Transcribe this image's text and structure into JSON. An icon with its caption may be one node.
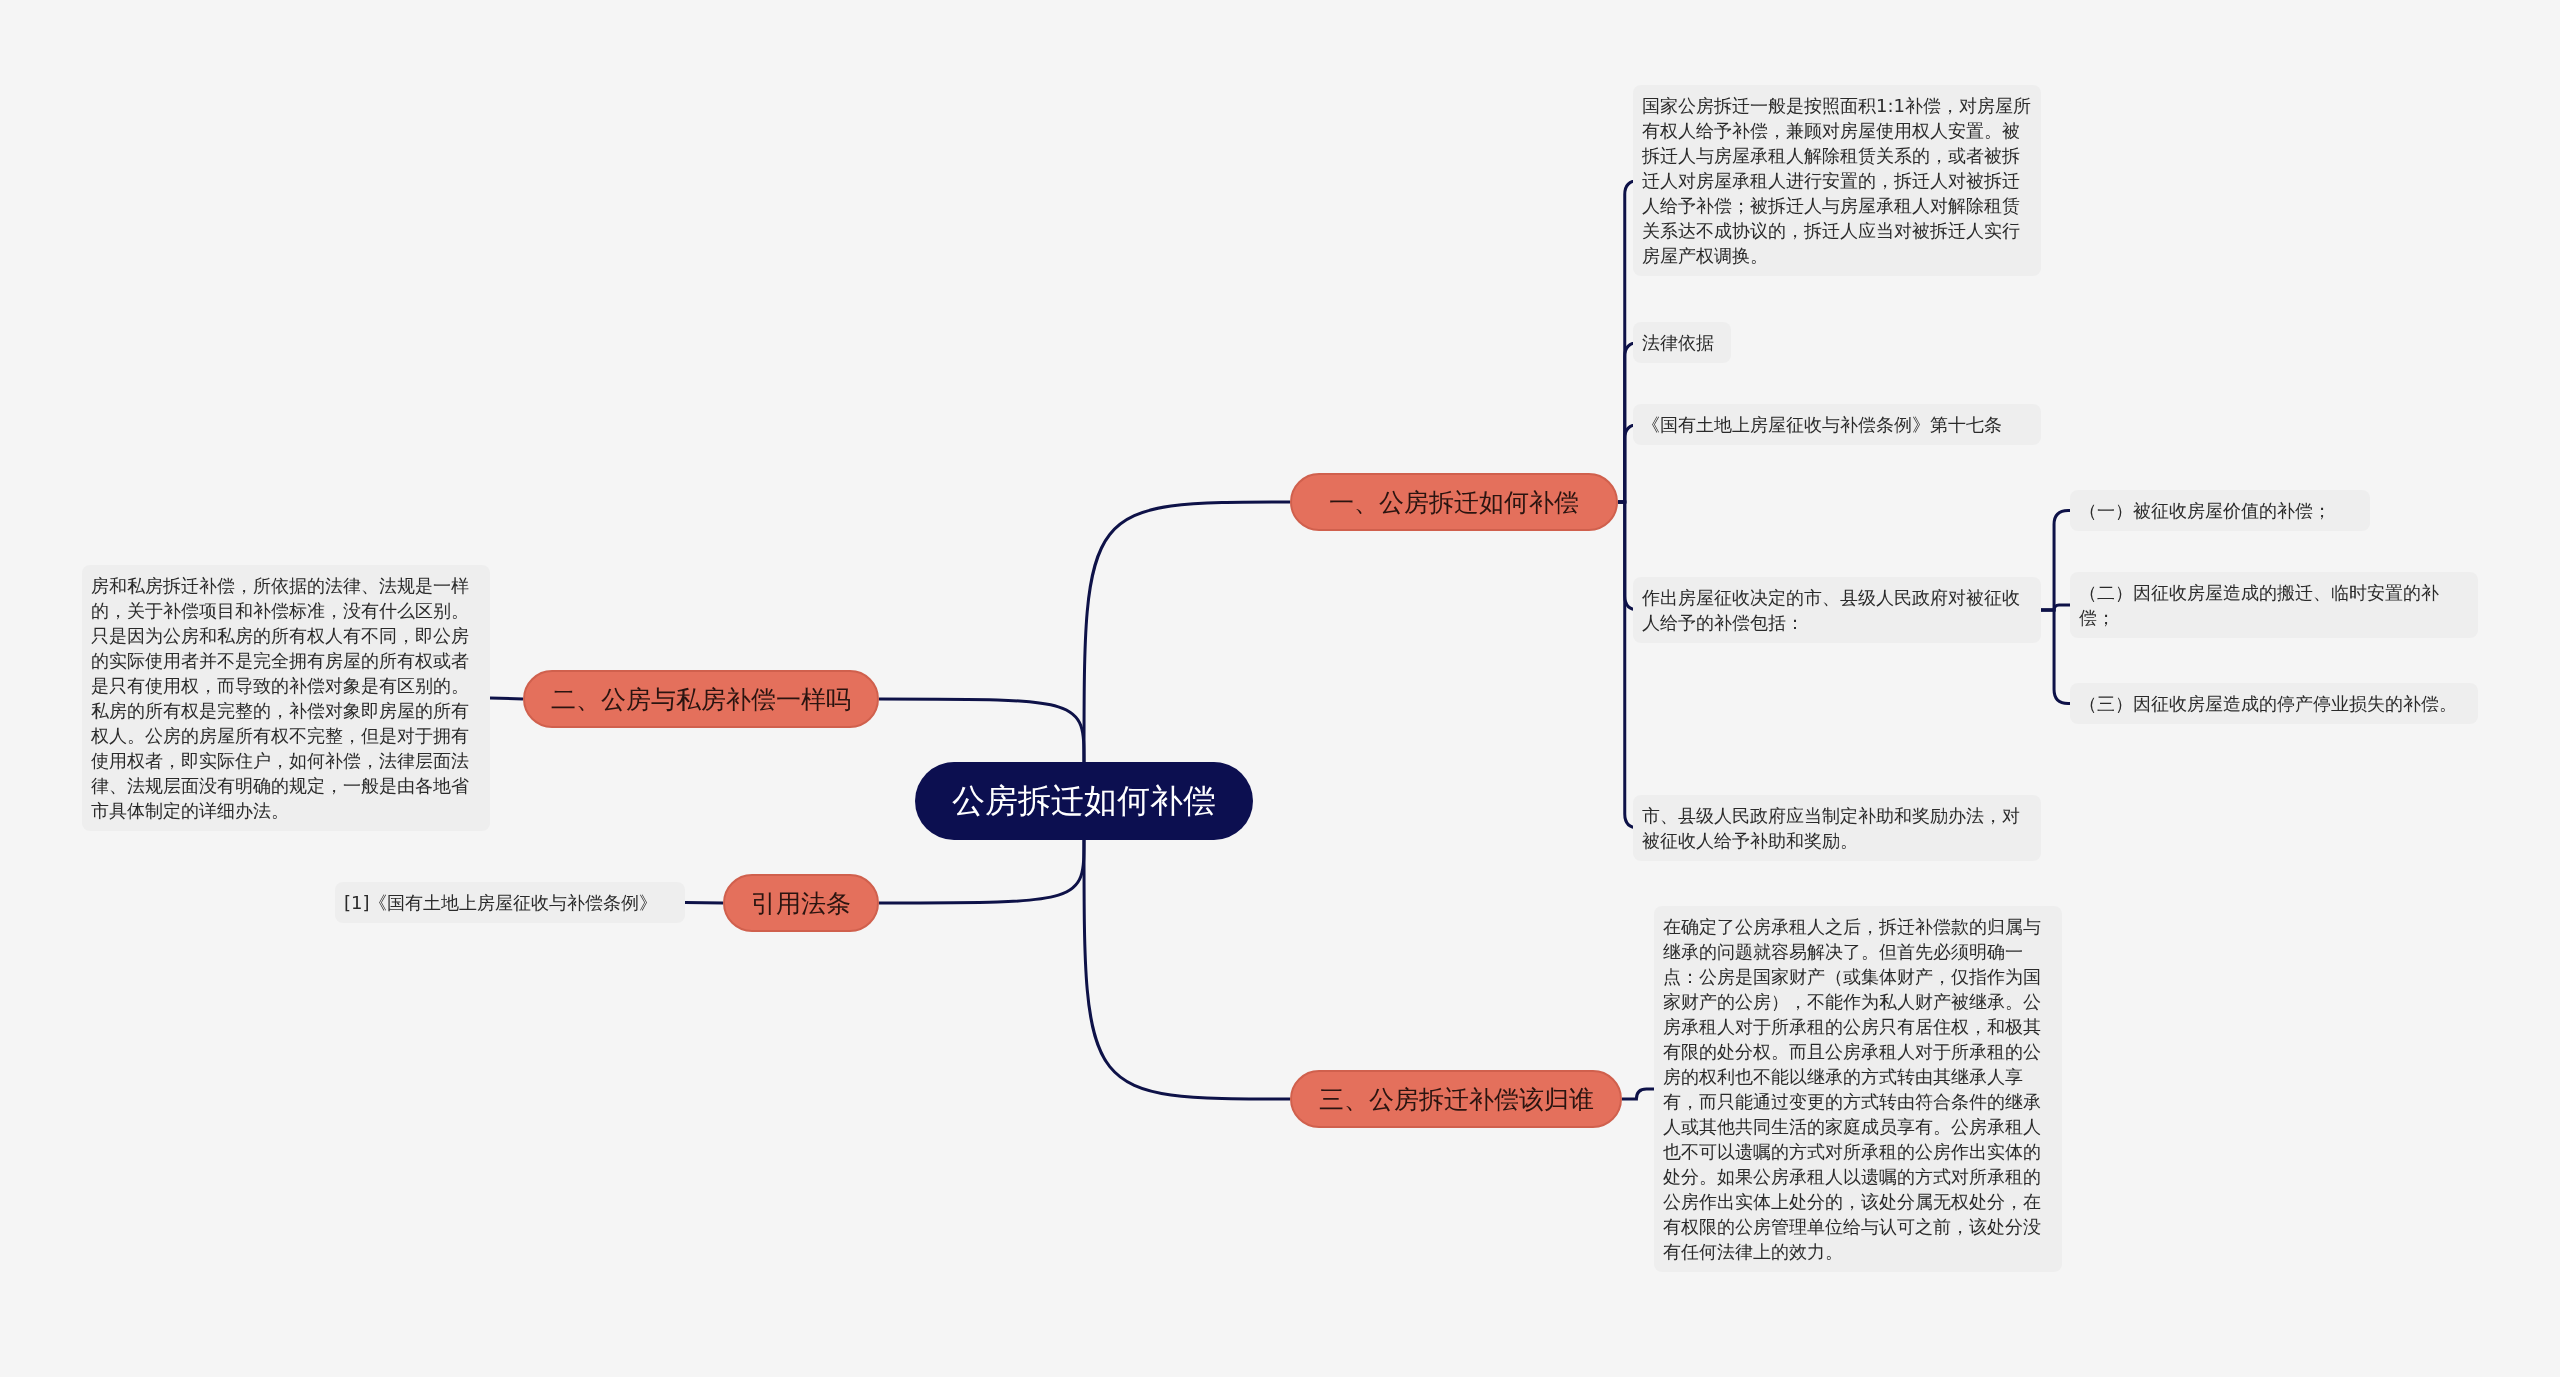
{
  "diagram": {
    "nodes": [
      {
        "text": [
          "公房拆迁如何补偿"
        ]
      },
      {
        "text": [
          "一、公房拆迁如何补偿"
        ]
      },
      {
        "text": [
          "国家公房拆迁一般是按照面积1:1补偿，对房屋所有权人给予补偿，兼顾对房屋使用权人安置。被拆迁人与房屋承租人解除租赁关系的，或者被拆迁人对房屋承租人进行安置的，拆迁人对被拆迁人给予补偿；被拆迁人与房屋承租人对解除租赁关系达不成协议的，拆迁人应当对被拆迁人实行房屋产权调换。"
        ]
      },
      {
        "text": [
          "法律依据"
        ]
      },
      {
        "text": [
          "《国有土地上房屋征收与补偿条例》第十七条"
        ]
      },
      {
        "text": [
          "作出房屋征收决定的市、县级人民政府对被征收人给予的补偿包括："
        ]
      },
      {
        "text": [
          "（一）被征收房屋价值的补偿；"
        ]
      },
      {
        "text": [
          "（二）因征收房屋造成的搬迁、临时安置的补偿；"
        ]
      },
      {
        "text": [
          "（三）因征收房屋造成的停产停业损失的补偿。"
        ]
      },
      {
        "text": [
          "市、县级人民政府应当制定补助和奖励办法，对被征收人给予补助和奖励。"
        ]
      },
      {
        "text": [
          "二、公房与私房补偿一样吗"
        ]
      },
      {
        "text": [
          "房和私房拆迁补偿，所依据的法律、法规是一样的，关于补偿项目和补偿标准，没有什么区别。只是因为公房和私房的所有权人有不同，即公房的实际使用者并不是完全拥有房屋的所有权或者是只有使用权，而导致的补偿对象是有区别的。私房的所有权是完整的，补偿对象即房屋的所有权人。公房的房屋所有权不完整，但是对于拥有使用权者，即实际住户，如何补偿，法律层面法律、法规层面没有明确的规定，一般是由各地省市具体制定的详细办法。"
        ]
      },
      {
        "text": [
          "引用法条"
        ]
      },
      {
        "text": [
          "[1]《国有土地上房屋征收与补偿条例》"
        ]
      },
      {
        "text": [
          "三、公房拆迁补偿该归谁"
        ]
      },
      {
        "text": [
          "在确定了公房承租人之后，拆迁补偿款的归属与继承的问题就容易解决了。但首先必须明确一点：公房是国家财产（或集体财产，仅指作为国家财产的公房），不能作为私人财产被继承。公房承租人对于所承租的公房只有居住权，和极其有限的处分权。而且公房承租人对于所承租的公房的权利也不能以继承的方式转由其继承人享有，而只能通过变更的方式转由符合条件的继承人或其他共同生活的家庭成员享有。公房承租人也不可以遗嘱的方式对所承租的公房作出实体的处分。如果公房承租人以遗嘱的方式对所承租的公房作出实体上处分的，该处分属无权处分，在有权限的公房管理单位给与认可之前，该处分没有任何法律上的效力。"
        ]
      }
    ],
    "edges": [
      {
        "from": 0,
        "to": 1,
        "arrow": "none"
      },
      {
        "from": 1,
        "to": 2,
        "arrow": "none"
      },
      {
        "from": 1,
        "to": 3,
        "arrow": "none"
      },
      {
        "from": 1,
        "to": 4,
        "arrow": "none"
      },
      {
        "from": 1,
        "to": 5,
        "arrow": "none"
      },
      {
        "from": 5,
        "to": 6,
        "arrow": "none"
      },
      {
        "from": 5,
        "to": 7,
        "arrow": "none"
      },
      {
        "from": 5,
        "to": 8,
        "arrow": "none"
      },
      {
        "from": 1,
        "to": 9,
        "arrow": "none"
      },
      {
        "from": 0,
        "to": 10,
        "arrow": "none"
      },
      {
        "from": 10,
        "to": 11,
        "arrow": "none"
      },
      {
        "from": 0,
        "to": 12,
        "arrow": "none"
      },
      {
        "from": 12,
        "to": 13,
        "arrow": "none"
      },
      {
        "from": 0,
        "to": 14,
        "arrow": "none"
      },
      {
        "from": 14,
        "to": 15,
        "arrow": "none"
      }
    ]
  }
}
